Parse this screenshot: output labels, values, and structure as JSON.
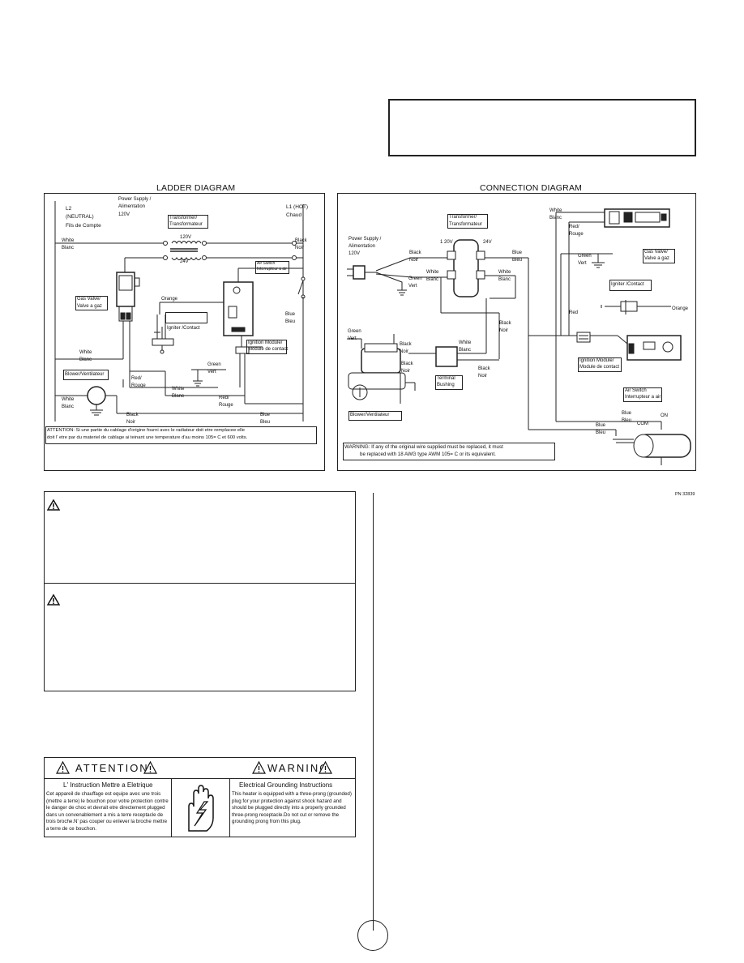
{
  "ladder": {
    "title": "LADDER DIAGRAM",
    "l2": "L2",
    "neutral": "(NEUTRAL)",
    "fils_de_compte": "Fils de Compte",
    "power_supply": "Power Supply /",
    "alimentation": "Alimentation",
    "voltage": "120V",
    "l1_hot": "L1 (HOT)",
    "chaud": "Chaud",
    "white": "White",
    "blanc": "Blanc",
    "black": "Black",
    "noir": "Noir",
    "transformer": "Transformer/",
    "transformateur": "Transformateur",
    "v120": "120V",
    "v24": "24V",
    "air_switch": "Air Switch",
    "interrupteur_air": "Interrupteur a air",
    "gas_valve": "Gas Valve/",
    "valve_gaz": "Valve a gaz",
    "orange": "Orange",
    "igniter_contact": "Igniter /Contact",
    "ignition_module": "Ignition Module/",
    "module_contact": "Module de contact",
    "blue": "Blue",
    "bleu": "Bleu",
    "green": "Green",
    "vert": "Vert",
    "blower": "Blower/Ventilateur",
    "red": "Red/",
    "rouge": "Rouge",
    "attention_line1": "ATTENTION:   Si une partie du cablage d'origine fourni avec le radiateur doit etre remplacee elle",
    "attention_line2": "doit l' etre par du materiel de cablage ai teinant une temperature d'au moins 105= C et 600 volts."
  },
  "connection": {
    "title": "CONNECTION DIAGRAM",
    "transformer": "Transformer/",
    "transformateur": "Transformateur",
    "power_supply": "Power Supply /",
    "alimentation": "Alimentation",
    "voltage": "120V",
    "v120": "1 20V",
    "v24": "24V",
    "white": "White",
    "blanc": "Blanc",
    "black": "Black",
    "noir": "Noir",
    "green": "Green",
    "vert": "Vert",
    "red": "Red/",
    "rouge": "Rouge",
    "red_only": "Red",
    "blue": "Blue",
    "bleu": "Bleu",
    "gas_valve": "Gas Valve/",
    "valve_gaz": "Valve a gaz",
    "igniter_contact": "Igniter /Contact",
    "orange": "Orange",
    "ignition_module": "Ignition Module/",
    "module_contact": "Module de contact",
    "terminal": "Terminal",
    "bushing": "Bushing",
    "blower": "Blower/Ventilateur",
    "air_switch": "Air Switch",
    "interrupteur_air": "Interrupteur a air",
    "on": "ON",
    "com": "COM",
    "warning_line1": "WARNING:   If any of the original wire supplied must be replaced, it must",
    "warning_line2": "be replaced with 18 AWG type AWM 105= C or its equivalent."
  },
  "part_number": "PN 32839",
  "notice": {
    "attention_word": "ATTENTION",
    "warning_word": "WARNING",
    "french_title": "L' Instruction Mettre a Eletrique",
    "french_body": "Cet appareil de chauffage est equipe avec une trois (mettre a terre) le bouchon pour votre protection contre le danger de choc et devrait etre directement plugged dans un convenablement a mis a terre receptacle de trois broche.N' pas couper ou enlever la broche mettre a terre de ce bouchon.",
    "english_title": "Electrical Grounding Instructions",
    "english_body": "This heater is equipped with a three-prong (grounded) plug for your protection against shock hazard and should be plugged directly into a properly grounded three-prong receptacle.Do not cut or remove the grounding prong from this plug."
  }
}
